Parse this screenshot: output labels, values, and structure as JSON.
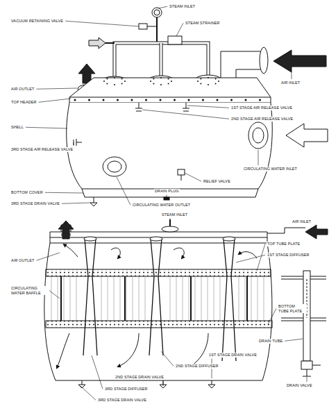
{
  "diagram": {
    "labels": [
      "VACUUM RETAINING VALVE",
      "STEAM INLET",
      "STEAM STRAINER",
      "AIR OUTLET",
      "AIR INLET",
      "TOP HEADER",
      "1ST STAGE AIR RELEASE VALVE",
      "2ND STAGE AIR RELEASE VALVE",
      "SHELL",
      "3RD STAGE AIR RELEASE VALVE",
      "CIRCULATING WATER INLET",
      "RELIEF VALVE",
      "DRAIN PLUG",
      "BOTTOM COVER",
      "3RD STAGE DRAIN VALVE",
      "CIRCULATING WATER OUTLET",
      "STEAM INLET",
      "AIR INLET",
      "TOP TUBE PLATE",
      "AIR OUTLET",
      "1ST STAGE DIFFUSER",
      "CIRCULATING WATER BAFFLE",
      "BOTTOM TUBE PLATE",
      "DRAIN TUBE",
      "1ST STAGE DRAIN VALVE",
      "2ND STAGE DIFFUSER",
      "2ND STAGE DRAIN VALVE",
      "DRAIN VALVE",
      "3RD STAGE DIFFUSER",
      "3RD STAGE DRAIN VALVE"
    ]
  }
}
